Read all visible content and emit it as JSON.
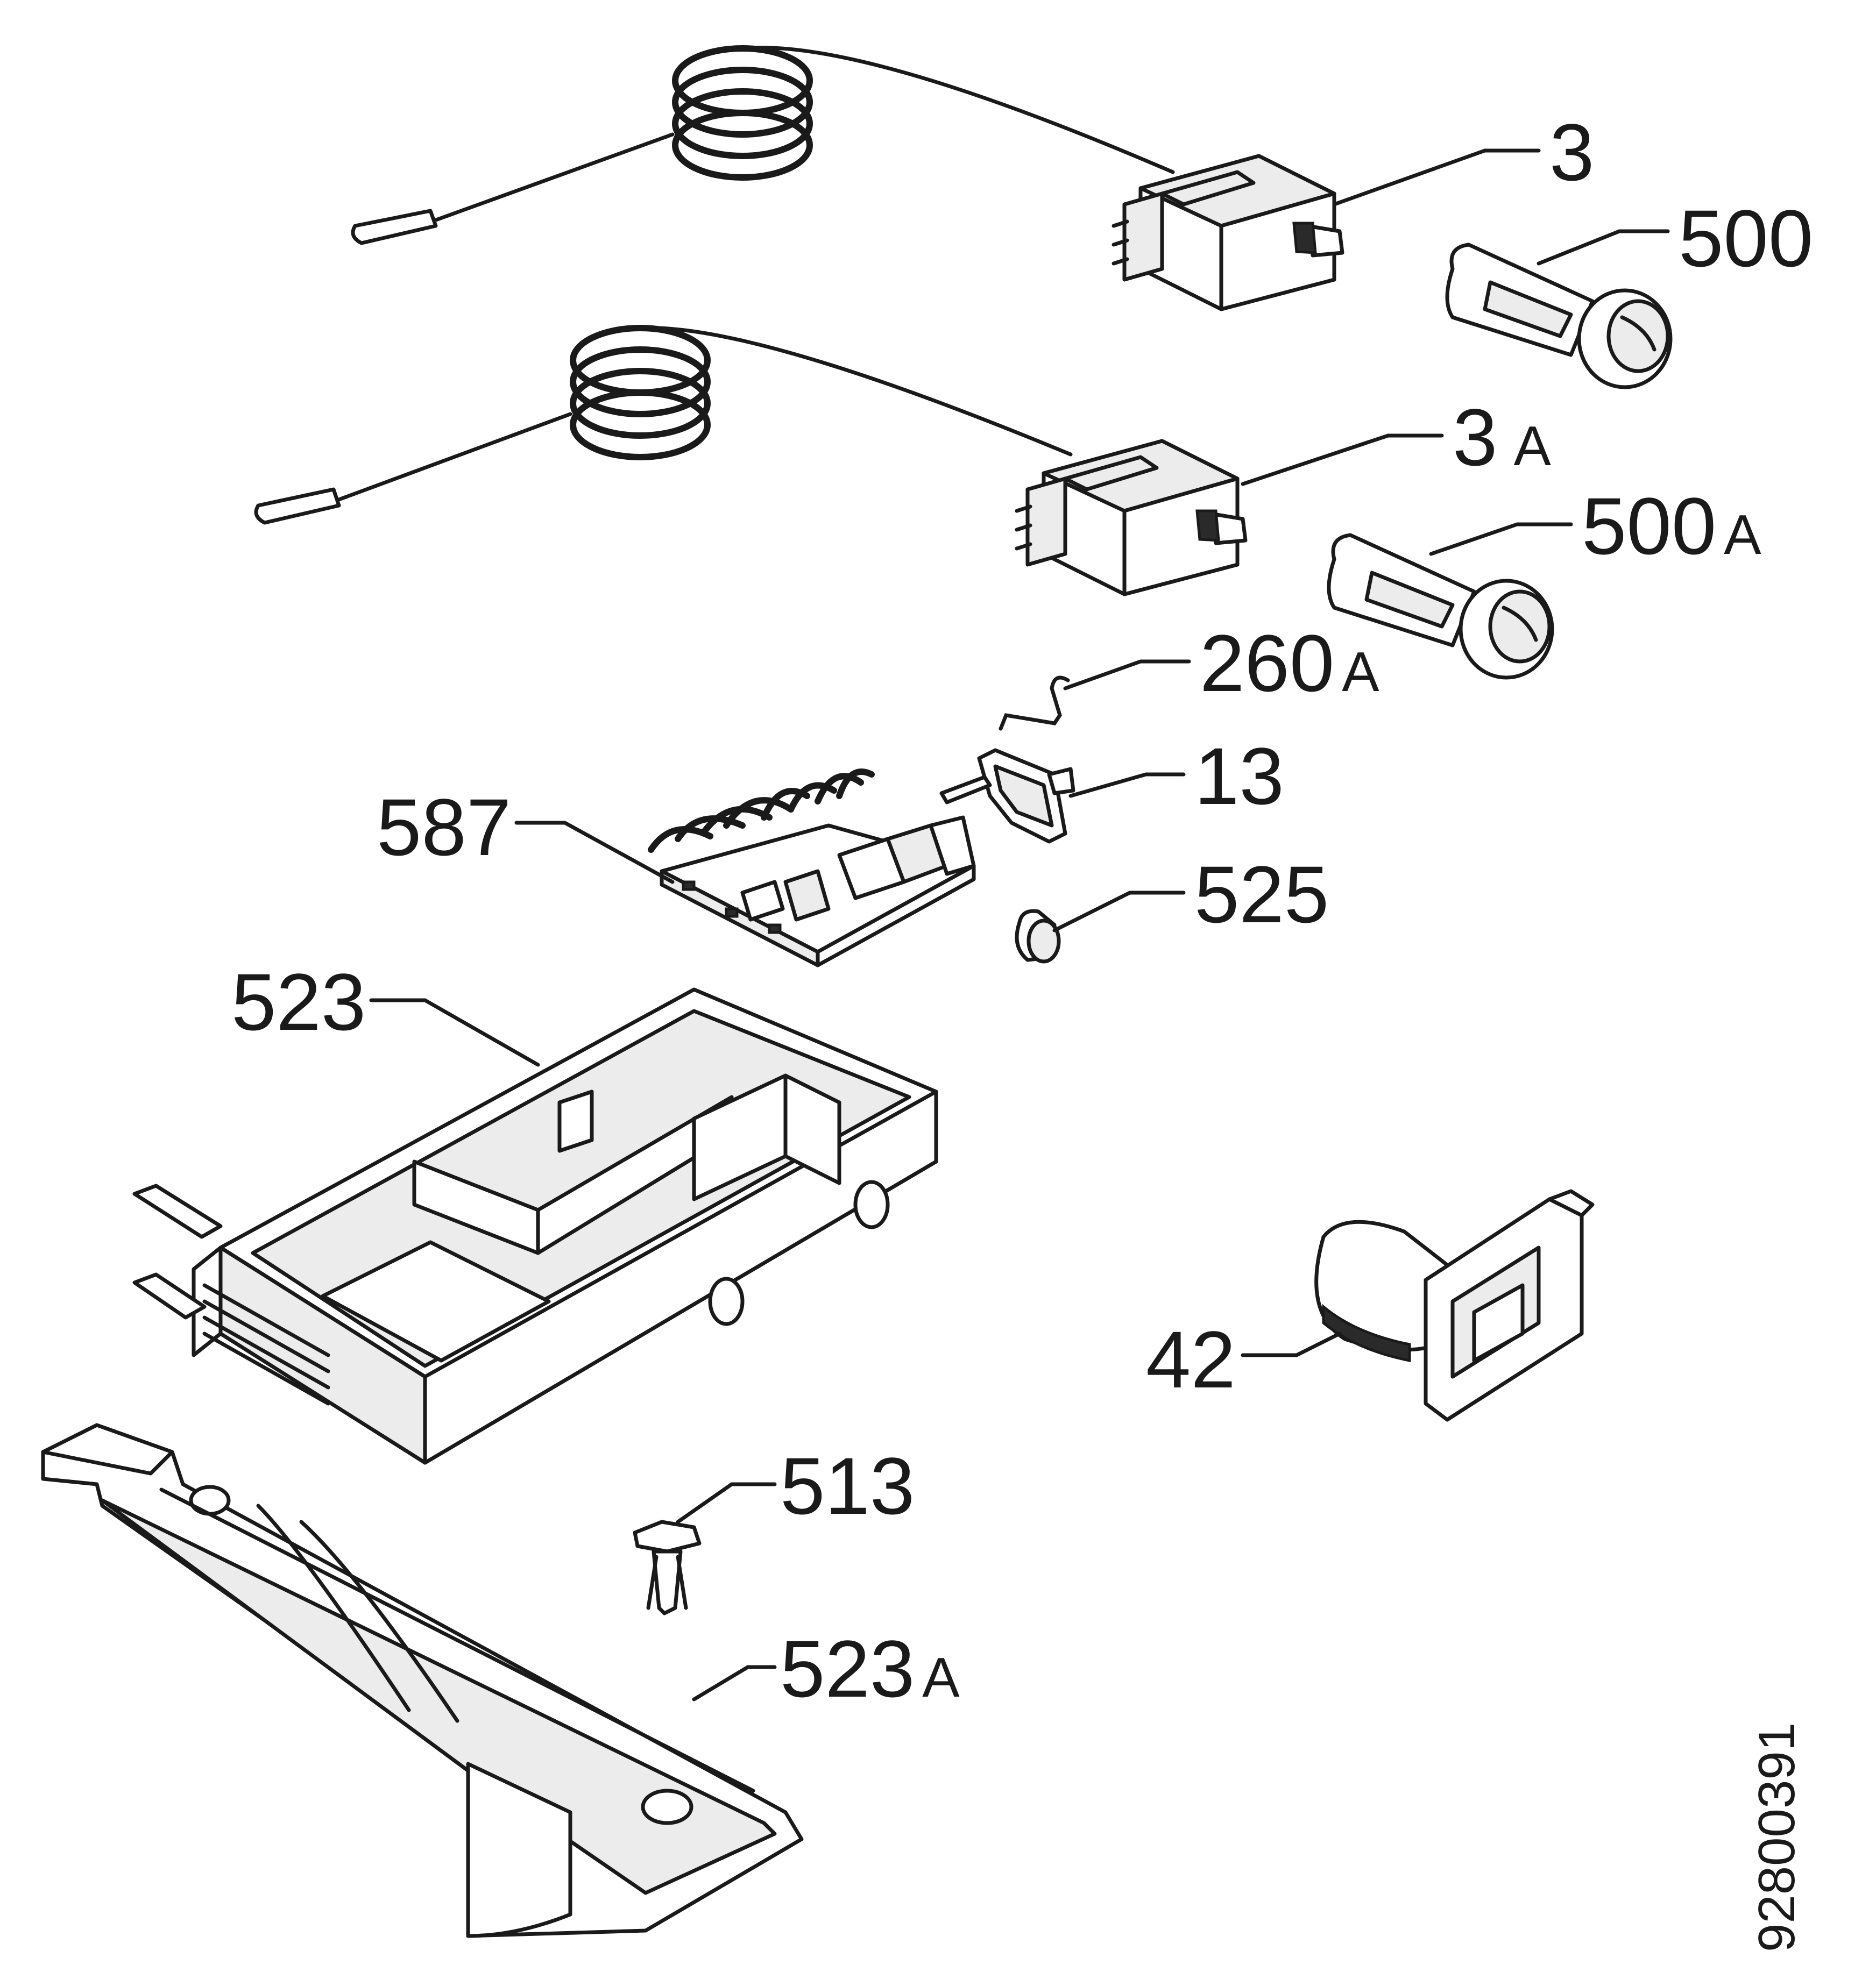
{
  "diagram": {
    "doc_number": "92800391",
    "labels": [
      {
        "id": "3",
        "text": "3",
        "suffix": ""
      },
      {
        "id": "500",
        "text": "500",
        "suffix": ""
      },
      {
        "id": "3A",
        "text": "3",
        "suffix": "A"
      },
      {
        "id": "500A",
        "text": "500",
        "suffix": "A"
      },
      {
        "id": "260A",
        "text": "260",
        "suffix": "A"
      },
      {
        "id": "13",
        "text": "13",
        "suffix": ""
      },
      {
        "id": "587",
        "text": "587",
        "suffix": ""
      },
      {
        "id": "525",
        "text": "525",
        "suffix": ""
      },
      {
        "id": "523",
        "text": "523",
        "suffix": ""
      },
      {
        "id": "42",
        "text": "42",
        "suffix": ""
      },
      {
        "id": "513",
        "text": "513",
        "suffix": ""
      },
      {
        "id": "523A",
        "text": "523",
        "suffix": "A"
      }
    ]
  }
}
